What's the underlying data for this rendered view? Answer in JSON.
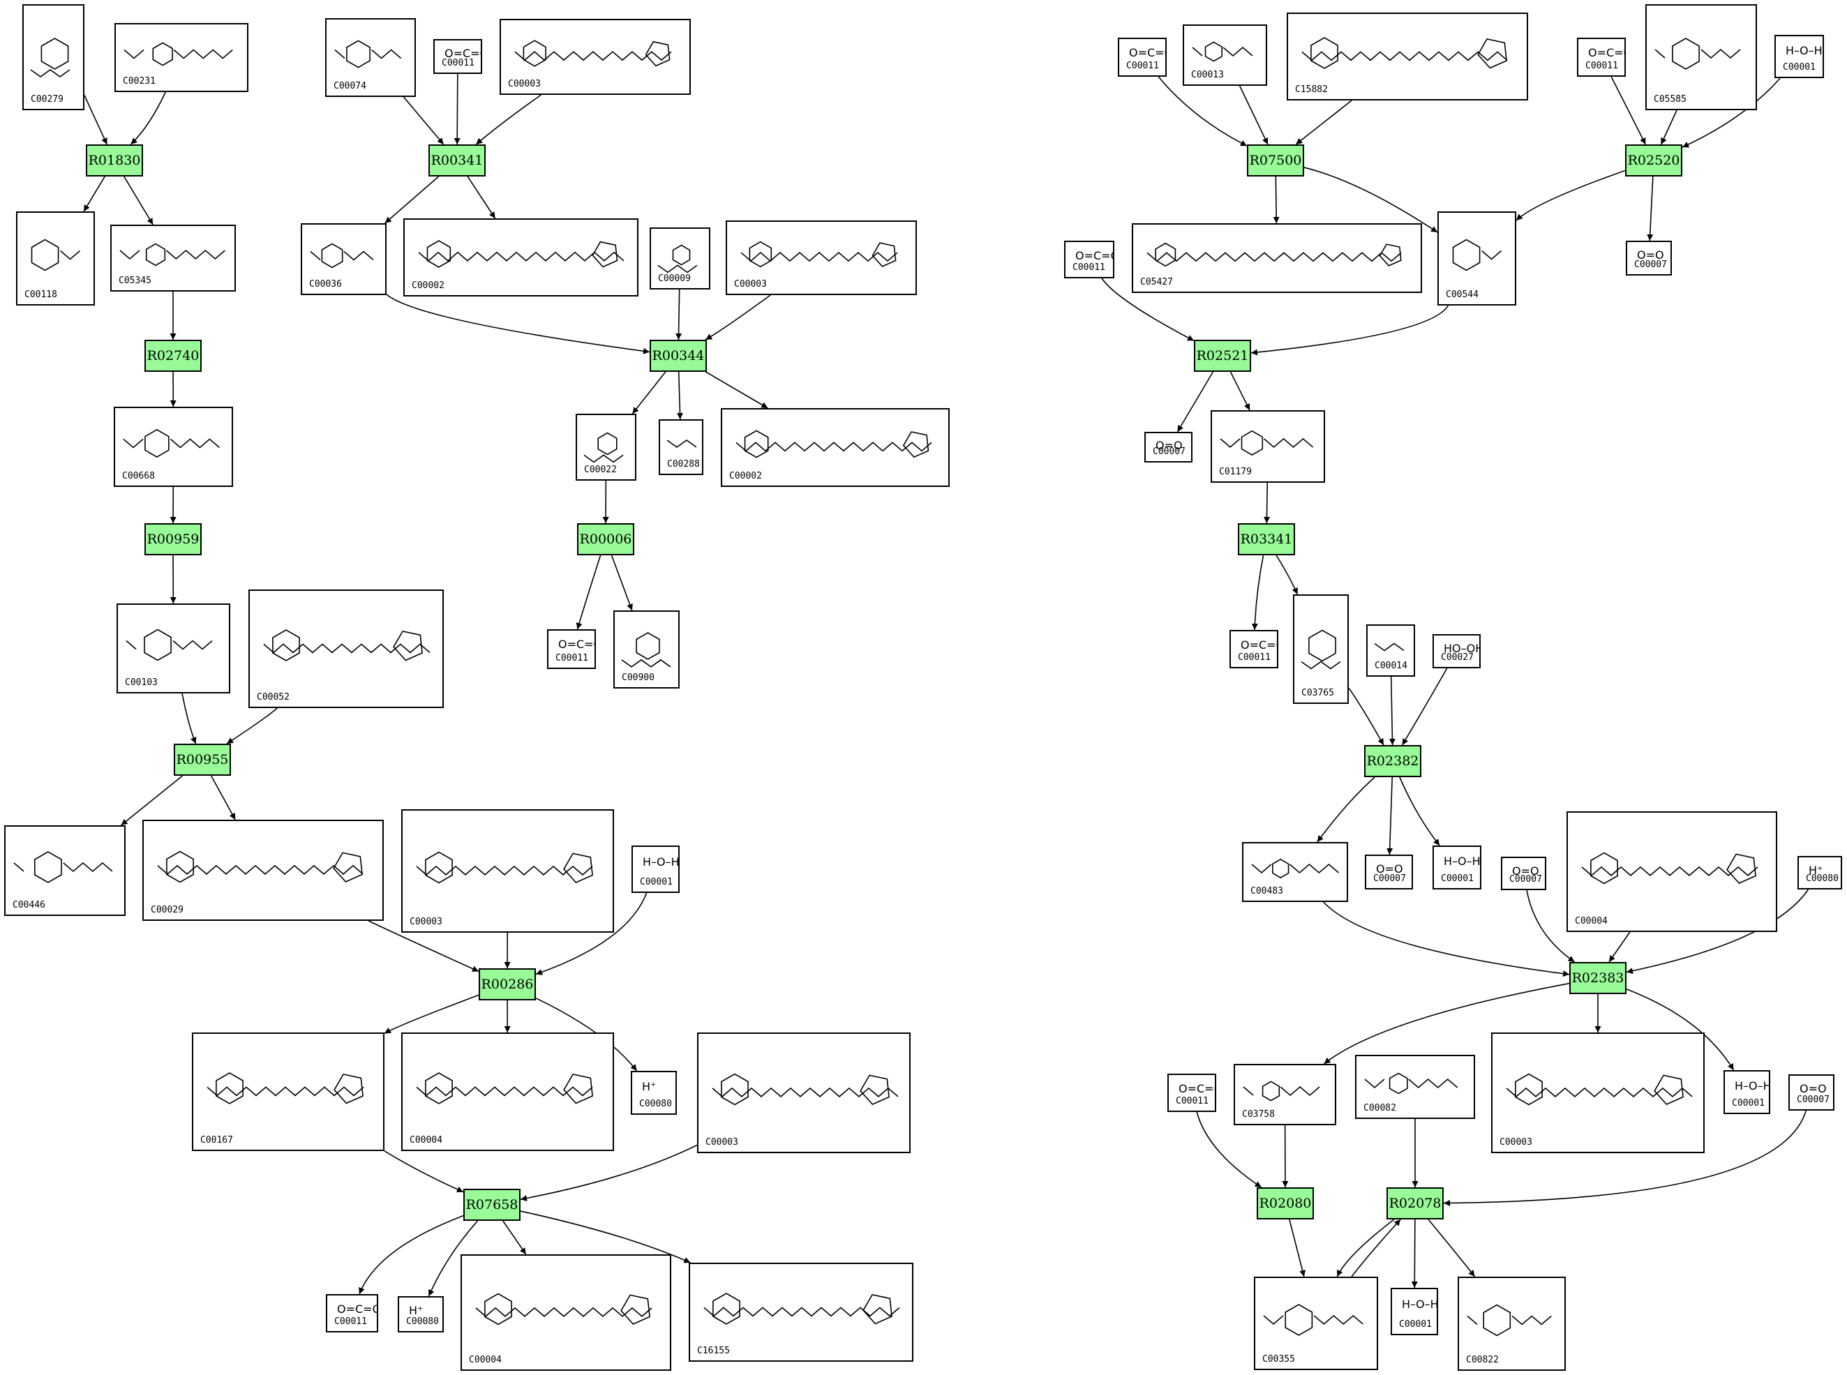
{
  "reactions": [
    {
      "id": "R01830"
    },
    {
      "id": "R00341"
    },
    {
      "id": "R02740"
    },
    {
      "id": "R00344"
    },
    {
      "id": "R00959"
    },
    {
      "id": "R00006"
    },
    {
      "id": "R00955"
    },
    {
      "id": "R00286"
    },
    {
      "id": "R07658"
    },
    {
      "id": "R07500"
    },
    {
      "id": "R02520"
    },
    {
      "id": "R02521"
    },
    {
      "id": "R03341"
    },
    {
      "id": "R02382"
    },
    {
      "id": "R02383"
    },
    {
      "id": "R02080"
    },
    {
      "id": "R02078"
    }
  ],
  "compounds": [
    {
      "key": "c00279",
      "label": "C00279",
      "icon": "structure-aldose-phosphate"
    },
    {
      "key": "c00231",
      "label": "C00231",
      "icon": "structure-ketose-phosphate"
    },
    {
      "key": "c00118",
      "label": "C00118",
      "icon": "structure-triose-phosphate"
    },
    {
      "key": "c05345",
      "label": "C05345",
      "icon": "structure-furanose-phosphate"
    },
    {
      "key": "c00668",
      "label": "C00668",
      "icon": "structure-pyranose-phosphate"
    },
    {
      "key": "c00103",
      "label": "C00103",
      "icon": "structure-pyranose-phosphate"
    },
    {
      "key": "c00052",
      "label": "C00052",
      "icon": "structure-nucleotide-sugar"
    },
    {
      "key": "c00446",
      "label": "C00446",
      "icon": "structure-pyranose-phosphate"
    },
    {
      "key": "c00029",
      "label": "C00029",
      "icon": "structure-nucleotide-sugar"
    },
    {
      "key": "c00003_a",
      "label": "C00003",
      "icon": "structure-dinucleotide"
    },
    {
      "key": "c00001_a",
      "label": "C00001",
      "formula": "H–O–H"
    },
    {
      "key": "c00167",
      "label": "C00167",
      "icon": "structure-nucleotide-sugar"
    },
    {
      "key": "c00004_a",
      "label": "C00004",
      "icon": "structure-dinucleotide"
    },
    {
      "key": "c00080_a",
      "label": "C00080",
      "formula": "H⁺"
    },
    {
      "key": "c00003_b",
      "label": "C00003",
      "icon": "structure-dinucleotide"
    },
    {
      "key": "c00011_a",
      "label": "C00011",
      "formula": "O=C=O"
    },
    {
      "key": "c00080_b",
      "label": "C00080",
      "formula": "H⁺"
    },
    {
      "key": "c00004_b",
      "label": "C00004",
      "icon": "structure-dinucleotide"
    },
    {
      "key": "c16155",
      "label": "C16155",
      "icon": "structure-nucleotide-sugar"
    },
    {
      "key": "c00074",
      "label": "C00074",
      "icon": "structure-enol-phosphate"
    },
    {
      "key": "c00011_b",
      "label": "C00011",
      "formula": "O=C=O"
    },
    {
      "key": "c00003_c",
      "label": "C00003",
      "icon": "structure-nucleotide"
    },
    {
      "key": "c00036",
      "label": "C00036",
      "icon": "structure-keto-acid"
    },
    {
      "key": "c00002_a",
      "label": "C00002",
      "icon": "structure-nucleotide"
    },
    {
      "key": "c00009",
      "label": "C00009",
      "icon": "structure-phosphate"
    },
    {
      "key": "c00003_d",
      "label": "C00003",
      "icon": "structure-nucleotide"
    },
    {
      "key": "c00022",
      "label": "C00022",
      "icon": "structure-keto-acid"
    },
    {
      "key": "c00288",
      "label": "C00288",
      "icon": "structure-bicarbonate"
    },
    {
      "key": "c00002_b",
      "label": "C00002",
      "icon": "structure-nucleotide"
    },
    {
      "key": "c00011_c",
      "label": "C00011",
      "formula": "O=C=O"
    },
    {
      "key": "c00900",
      "label": "C00900",
      "icon": "structure-hydroxy-acid"
    },
    {
      "key": "c00011_d",
      "label": "C00011",
      "formula": "O=C=O"
    },
    {
      "key": "c00013",
      "label": "C00013",
      "icon": "structure-diphosphate"
    },
    {
      "key": "c15882",
      "label": "C15882",
      "icon": "structure-prenyl-hydroquinone"
    },
    {
      "key": "c00011_e",
      "label": "C00011",
      "formula": "O=C=O"
    },
    {
      "key": "c05585",
      "label": "C05585",
      "icon": "structure-phenol-aldehyde"
    },
    {
      "key": "c00001_b",
      "label": "C00001",
      "formula": "H–O–H"
    },
    {
      "key": "c00011_f",
      "label": "C00011",
      "formula": "O=C=O"
    },
    {
      "key": "c05427",
      "label": "C05427",
      "icon": "structure-prenyl-diphosphate"
    },
    {
      "key": "c00544",
      "label": "C00544",
      "icon": "structure-phenol-acid"
    },
    {
      "key": "c00007_a",
      "label": "C00007",
      "formula": "O=O"
    },
    {
      "key": "c00007_b",
      "label": "C00007",
      "formula": "O=O"
    },
    {
      "key": "c01179",
      "label": "C01179",
      "icon": "structure-phenol-keto-acid"
    },
    {
      "key": "c00011_g",
      "label": "C00011",
      "formula": "O=C=O"
    },
    {
      "key": "c03765",
      "label": "C03765",
      "icon": "structure-phenol-aldehyde"
    },
    {
      "key": "c00014",
      "label": "C00014",
      "icon": "structure-ammonia"
    },
    {
      "key": "c00027",
      "label": "C00027",
      "formula": "HO–OH"
    },
    {
      "key": "c00483",
      "label": "C00483",
      "icon": "structure-phenol-amine"
    },
    {
      "key": "c00007_c",
      "label": "C00007",
      "formula": "O=O"
    },
    {
      "key": "c00001_c",
      "label": "C00001",
      "formula": "H–O–H"
    },
    {
      "key": "c00007_d",
      "label": "C00007",
      "formula": "O=O"
    },
    {
      "key": "c00004_c",
      "label": "C00004",
      "icon": "structure-dinucleotide"
    },
    {
      "key": "c00080_c",
      "label": "C00080",
      "formula": "H⁺"
    },
    {
      "key": "c00011_h",
      "label": "C00011",
      "formula": "O=C=O"
    },
    {
      "key": "c03758",
      "label": "C03758",
      "icon": "structure-catechol-amine"
    },
    {
      "key": "c00082",
      "label": "C00082",
      "icon": "structure-amino-acid"
    },
    {
      "key": "c00003_e",
      "label": "C00003",
      "icon": "structure-dinucleotide"
    },
    {
      "key": "c00001_d",
      "label": "C00001",
      "formula": "H–O–H"
    },
    {
      "key": "c00007_e",
      "label": "C00007",
      "formula": "O=O"
    },
    {
      "key": "c00355",
      "label": "C00355",
      "icon": "structure-amino-acid"
    },
    {
      "key": "c00001_e",
      "label": "C00001",
      "formula": "H–O–H"
    },
    {
      "key": "c00822",
      "label": "C00822",
      "icon": "structure-amino-acid-quinone"
    }
  ],
  "colors": {
    "reaction_fill": "#98fb98",
    "stroke": "#000000",
    "background": "#ffffff"
  }
}
